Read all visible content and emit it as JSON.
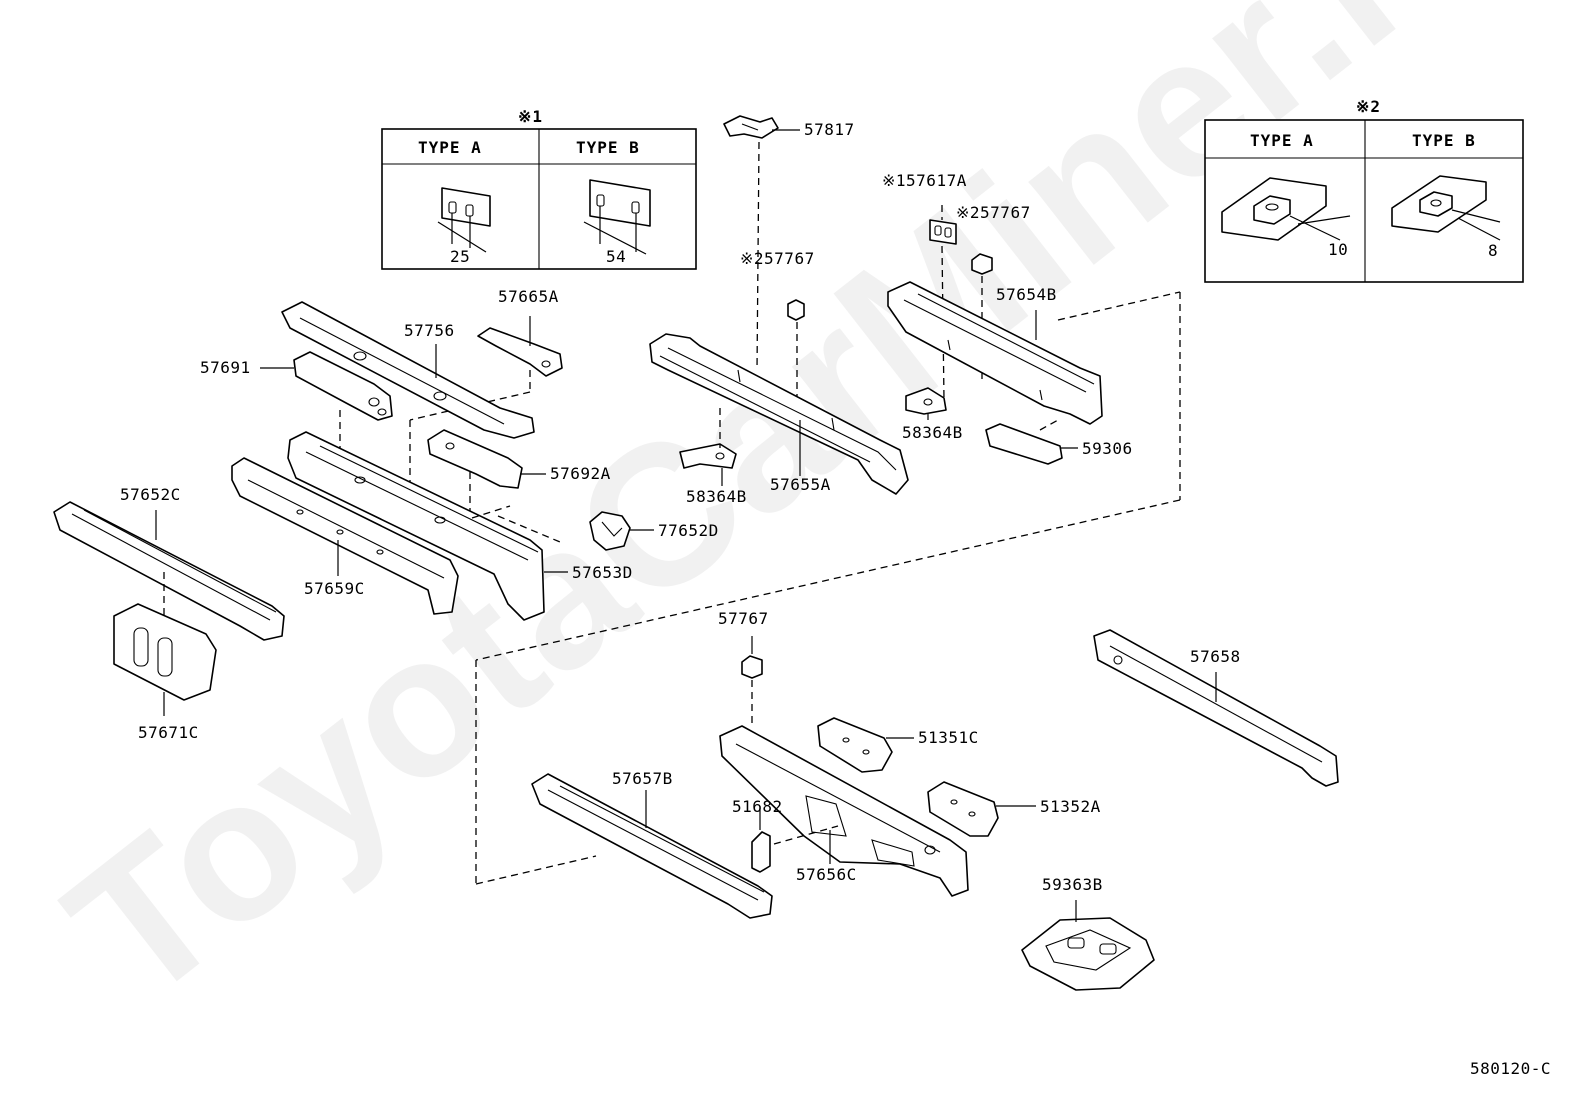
{
  "watermark": "ToyotaCarMiner.ru",
  "diagram_id": "580120-C",
  "legends": [
    {
      "mark": "※1",
      "type_a": "TYPE A",
      "type_b": "TYPE B",
      "dim_a": "25",
      "dim_b": "54"
    },
    {
      "mark": "※2",
      "type_a": "TYPE A",
      "type_b": "TYPE B",
      "dim_a": "10",
      "dim_b": "8"
    }
  ],
  "parts": [
    "57817",
    "※157617A",
    "※257767",
    "※257767",
    "57654B",
    "57665A",
    "57756",
    "57691",
    "57692A",
    "58364B",
    "59306",
    "58364B",
    "57655A",
    "57652C",
    "77652D",
    "57653D",
    "57659C",
    "57671C",
    "57767",
    "57658",
    "51351C",
    "57657B",
    "51682",
    "51352A",
    "57656C",
    "59363B"
  ]
}
